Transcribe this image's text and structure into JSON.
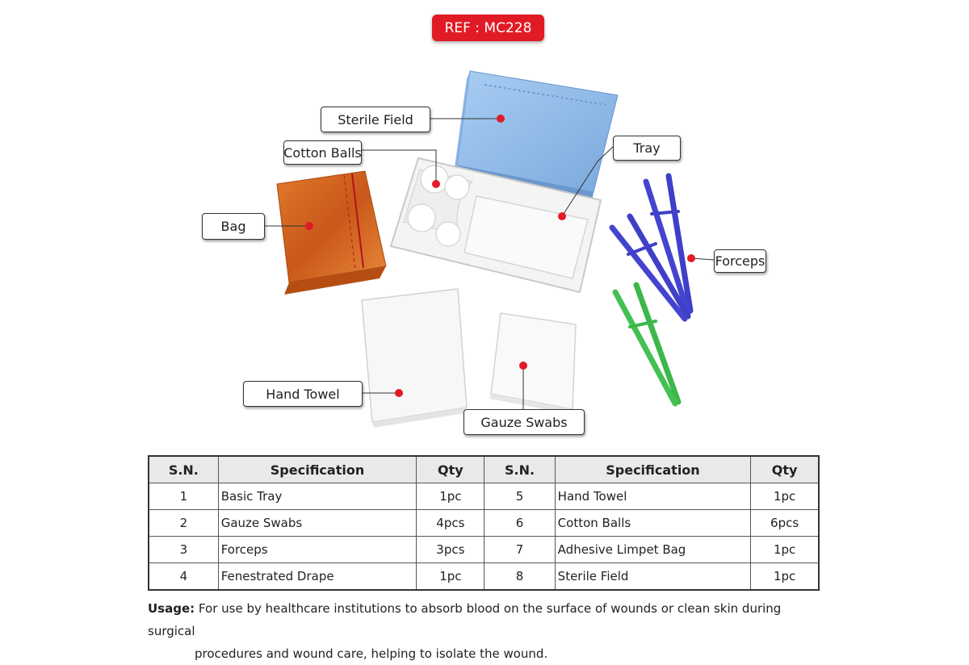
{
  "ref": "REF : MC228",
  "callouts": {
    "sterile_field": "Sterile Field",
    "cotton_balls": "Cotton Balls",
    "tray": "Tray",
    "bag": "Bag",
    "forceps": "Forceps",
    "hand_towel": "Hand Towel",
    "gauze_swabs": "Gauze Swabs"
  },
  "colors": {
    "accent": "#e11b26",
    "sterile_field": "#8fb8e6",
    "bag": "#d9661f",
    "forceps_blue": "#3f3fc8",
    "forceps_green": "#3cb84a"
  },
  "table": {
    "headers": [
      "S.N.",
      "Specification",
      "Qty",
      "S.N.",
      "Specification",
      "Qty"
    ],
    "rows": [
      [
        "1",
        "Basic Tray",
        "1pc",
        "5",
        "Hand Towel",
        "1pc"
      ],
      [
        "2",
        "Gauze Swabs",
        "4pcs",
        "6",
        "Cotton Balls",
        "6pcs"
      ],
      [
        "3",
        "Forceps",
        "3pcs",
        "7",
        "Adhesive Limpet Bag",
        "1pc"
      ],
      [
        "4",
        "Fenestrated Drape",
        "1pc",
        "8",
        "Sterile Field",
        "1pc"
      ]
    ]
  },
  "usage": {
    "label": "Usage:",
    "line1": "For use by healthcare institutions to absorb blood on the surface of wounds or clean skin during surgical",
    "line2": "procedures and wound care, helping to isolate the wound."
  }
}
